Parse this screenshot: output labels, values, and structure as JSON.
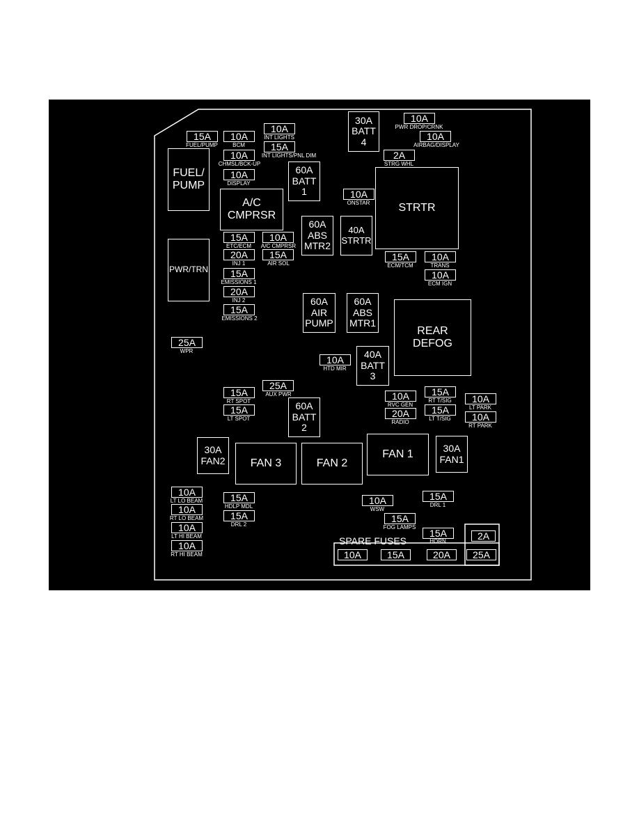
{
  "fuses": {
    "fuel_pump": {
      "rating": "15A",
      "label": "FUEL/PUMP"
    },
    "bcm": {
      "rating": "10A",
      "label": "BCM"
    },
    "int_lights": {
      "rating": "10A",
      "label": "INT LIGHTS"
    },
    "int_lights_pnl_dim": {
      "rating": "15A",
      "label": "INT LIGHTS/PNL DIM"
    },
    "chmsl": {
      "rating": "10A",
      "label": "CHMSL/BCK-UP"
    },
    "display": {
      "rating": "10A",
      "label": "DISPLAY"
    },
    "pwr_drop": {
      "rating": "10A",
      "label": "PWR DROP/CRNK"
    },
    "airbag": {
      "rating": "10A",
      "label": "AIRBAG/DISPLAY"
    },
    "strg_whl": {
      "rating": "2A",
      "label": "STRG WHL"
    },
    "onstar": {
      "rating": "10A",
      "label": "ONSTAR"
    },
    "etc_ecm": {
      "rating": "15A",
      "label": "ETC/ECM"
    },
    "ac_cmprsr": {
      "rating": "10A",
      "label": "A/C CMPRSR"
    },
    "inj1": {
      "rating": "20A",
      "label": "INJ 1"
    },
    "air_sol": {
      "rating": "15A",
      "label": "AIR SOL"
    },
    "emissions1": {
      "rating": "15A",
      "label": "EMISSIONS 1"
    },
    "inj2": {
      "rating": "20A",
      "label": "INJ 2"
    },
    "emissions2": {
      "rating": "15A",
      "label": "EMISSIONS 2"
    },
    "ecm_tcm": {
      "rating": "15A",
      "label": "ECM/TCM"
    },
    "trans": {
      "rating": "10A",
      "label": "TRANS"
    },
    "ecm_ign": {
      "rating": "10A",
      "label": "ECM IGN"
    },
    "wpr": {
      "rating": "25A",
      "label": "WPR"
    },
    "htd_mir": {
      "rating": "10A",
      "label": "HTD MIR"
    },
    "rt_spot": {
      "rating": "15A",
      "label": "RT SPOT"
    },
    "aux_pwr": {
      "rating": "25A",
      "label": "AUX PWR"
    },
    "lt_spot": {
      "rating": "15A",
      "label": "LT SPOT"
    },
    "rvc_gen": {
      "rating": "10A",
      "label": "RVC GEN"
    },
    "rt_tsig": {
      "rating": "15A",
      "label": "RT T/SIG"
    },
    "lt_park": {
      "rating": "10A",
      "label": "LT PARK"
    },
    "radio": {
      "rating": "20A",
      "label": "RADIO"
    },
    "lt_tsig": {
      "rating": "15A",
      "label": "LT T/SIG"
    },
    "rt_park": {
      "rating": "10A",
      "label": "RT PARK"
    },
    "lt_lo_beam": {
      "rating": "10A",
      "label": "LT LO BEAM"
    },
    "rt_lo_beam": {
      "rating": "10A",
      "label": "RT LO BEAM"
    },
    "lt_hi_beam": {
      "rating": "10A",
      "label": "LT HI BEAM"
    },
    "rt_hi_beam": {
      "rating": "10A",
      "label": "RT HI BEAM"
    },
    "hdlp_mdl": {
      "rating": "15A",
      "label": "HDLP MDL"
    },
    "drl2": {
      "rating": "15A",
      "label": "DRL 2"
    },
    "wsw": {
      "rating": "10A",
      "label": "WSW"
    },
    "drl1": {
      "rating": "15A",
      "label": "DRL 1"
    },
    "fog_lamps": {
      "rating": "15A",
      "label": "FOG LAMPS"
    },
    "horn": {
      "rating": "15A",
      "label": "HORN"
    }
  },
  "relays": {
    "fuel_pump": "FUEL/\nPUMP",
    "ac_cmprsr": "A/C\nCMPRSR",
    "pwr_trn": "PWR/TRN",
    "strtr": "STRTR",
    "rear_defog": "REAR\nDEFOG",
    "fan3": "FAN 3",
    "fan2": "FAN 2",
    "fan1": "FAN 1"
  },
  "maxi": {
    "batt4": "30A\nBATT\n4",
    "batt1": "60A\nBATT\n1",
    "abs_mtr2": "60A\nABS\nMTR2",
    "strtr40": "40A\nSTRTR",
    "air_pump": "60A\nAIR\nPUMP",
    "abs_mtr1": "60A\nABS\nMTR1",
    "batt3": "40A\nBATT\n3",
    "batt2": "60A\nBATT\n2",
    "fan2_30a": "30A\nFAN2",
    "fan1_30a": "30A\nFAN1"
  },
  "spare": {
    "title": "SPARE FUSES",
    "s2a": "2A",
    "s10a": "10A",
    "s15a": "15A",
    "s20a": "20A",
    "s25a": "25A"
  }
}
